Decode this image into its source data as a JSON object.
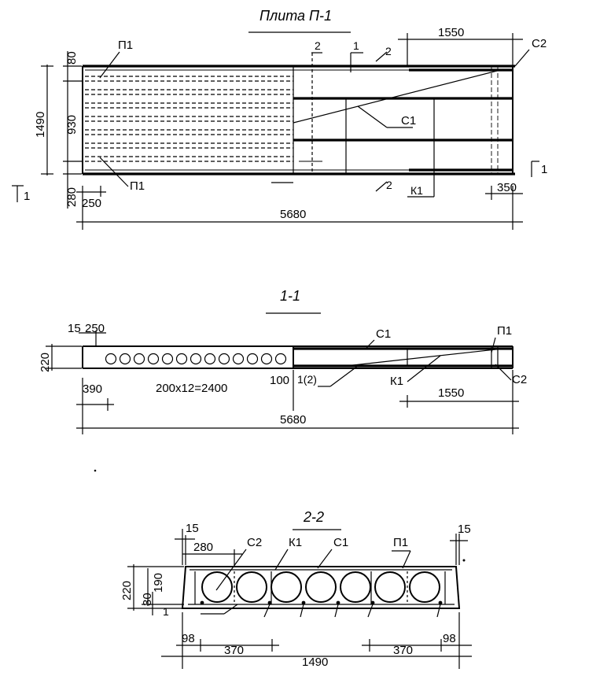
{
  "plan": {
    "title": "Плита П-1",
    "labels": {
      "p1_top": "П1",
      "p1_bottom": "П1",
      "c1": "С1",
      "c2": "С2",
      "k1": "К1",
      "sec2_top": "2",
      "sec2_mid": "2",
      "sec2_bottom": "2",
      "sec1_top": "1",
      "sec1_right": "1",
      "sec1_left": "1"
    },
    "dims": {
      "d80": "80",
      "d1490": "1490",
      "d930": "930",
      "d280": "280",
      "d250": "250",
      "d5680": "5680",
      "d1550": "1550",
      "d350": "350"
    }
  },
  "section_1": {
    "title": "1-1",
    "labels": {
      "c1": "С1",
      "p1": "П1",
      "c2": "С2",
      "k1": "К1",
      "rebar": "1(2)"
    },
    "dims": {
      "d15": "15",
      "d250": "250",
      "d220": "220",
      "d390": "390",
      "d_holes": "200x12=2400",
      "d100": "100",
      "d5680": "5680",
      "d1550": "1550"
    }
  },
  "section_2": {
    "title": "2-2",
    "labels": {
      "c2": "С2",
      "k1": "К1",
      "c1": "С1",
      "p1": "П1",
      "one": "1"
    },
    "dims": {
      "d15_left": "15",
      "d15_right": "15",
      "d280": "280",
      "d220": "220",
      "d190": "190",
      "d30": "30",
      "d98_left": "98",
      "d370_left": "370",
      "d1490": "1490",
      "d370_right": "370",
      "d98_right": "98"
    }
  }
}
